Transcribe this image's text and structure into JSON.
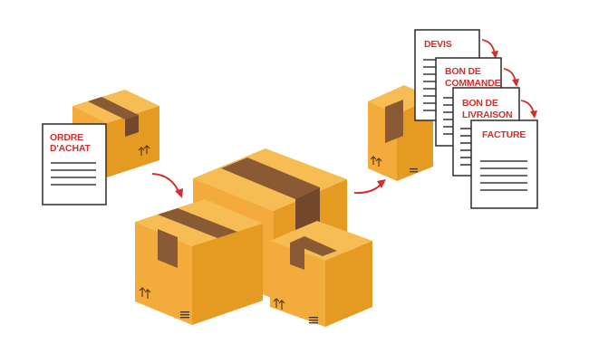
{
  "colors": {
    "box_top": "#f6bd55",
    "box_left": "#f3ac3c",
    "box_right": "#e59a22",
    "tape": "#8a5a35",
    "tape_side": "#73482a",
    "paper": "#ffffff",
    "paper_border": "#2b2b2b",
    "doc_title": "#d0312d",
    "arrow": "#d0312d"
  },
  "documents": {
    "purchase_order": {
      "line1": "ORDRE",
      "line2": "D'ACHAT"
    },
    "quote": {
      "line1": "DEVIS"
    },
    "order_form": {
      "line1": "BON DE",
      "line2": "COMMANDE"
    },
    "delivery_note": {
      "line1": "BON DE",
      "line2": "LIVRAISON"
    },
    "invoice": {
      "line1": "FACTURE"
    }
  },
  "icons": {
    "arrows": "curved-arrow-icon",
    "box_symbol": "this-way-up-icon",
    "box_label": "barcode-label-icon"
  }
}
